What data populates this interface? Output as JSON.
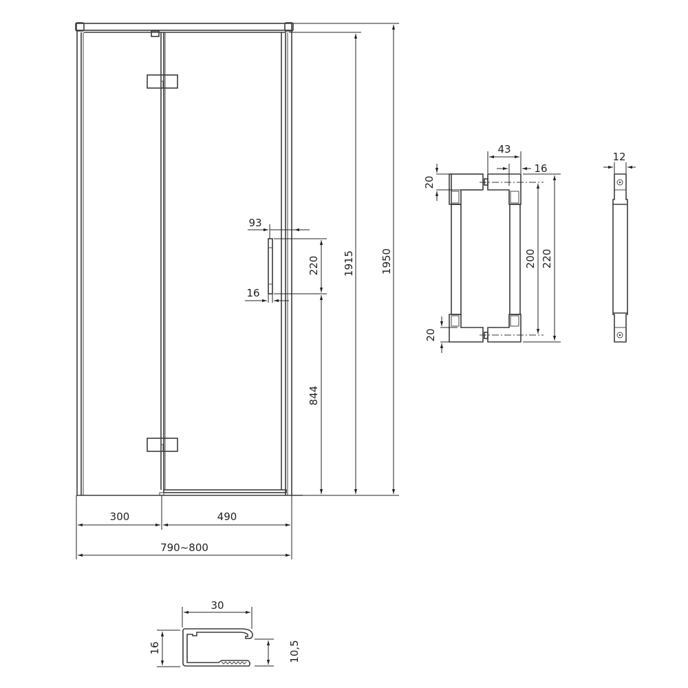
{
  "door_view": {
    "dimensions": {
      "total_height": "1950",
      "glass_height": "1915",
      "handle_height_from_floor": "844",
      "handle_length": "220",
      "handle_offset": "93",
      "handle_width": "16",
      "fixed_panel_width": "300",
      "door_width": "490",
      "adjustment_range": "790~800"
    }
  },
  "handle_detail": {
    "dimensions": {
      "depth": "43",
      "post_width": "16",
      "top_block_height": "20",
      "bottom_block_height": "20",
      "center_distance": "200",
      "total_length": "220",
      "side_thickness": "12"
    }
  },
  "profile_detail": {
    "dimensions": {
      "width": "30",
      "height": "16",
      "inner_height": "10,5"
    }
  },
  "colors": {
    "line": "#3a3a3a",
    "text": "#222222",
    "background": "#ffffff"
  }
}
